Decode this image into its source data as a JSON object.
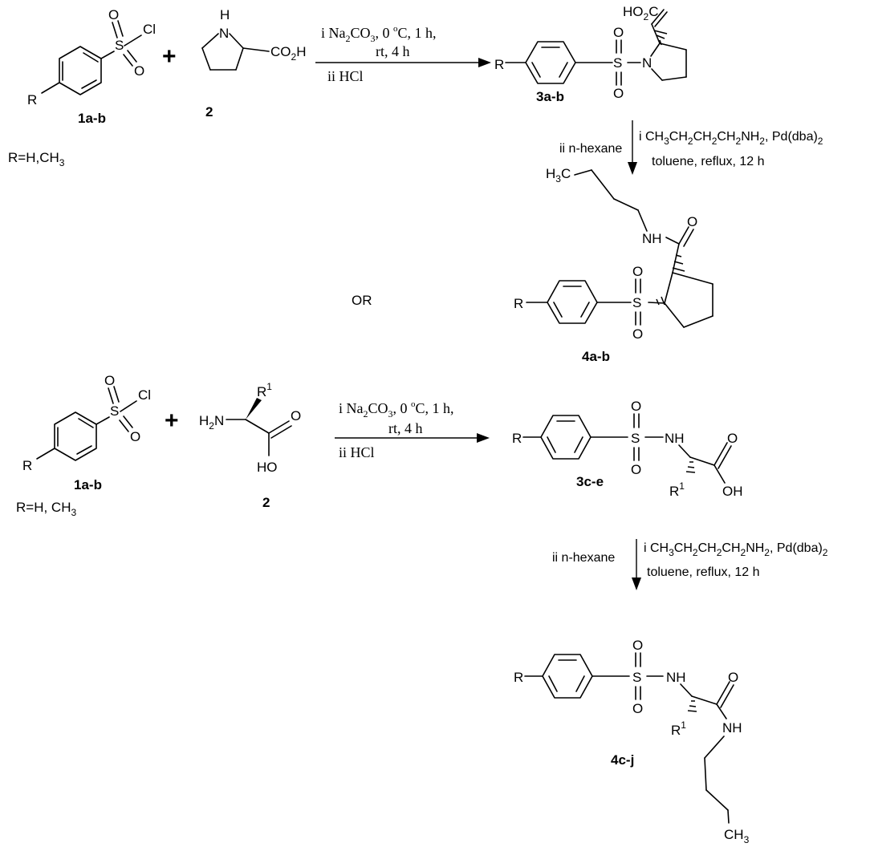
{
  "top": {
    "sulfonyl_chloride_label": "1a-b",
    "r_definition": "R=H,CH",
    "r_definition_sub": "3",
    "proline_label": "2",
    "co2h": "CO",
    "co2h_sub": "2",
    "co2h_tail": "H",
    "ho2c": "HO",
    "ho2c_sub": "2",
    "ho2c_tail": "C",
    "step1": {
      "line1_a": "i Na",
      "line1_sub1": "2",
      "line1_b": "CO",
      "line1_sub2": "3",
      "line1_c": ", 0 ",
      "line1_sup": "o",
      "line1_d": "C, 1 h,",
      "line2": "rt, 4 h",
      "line3": "ii HCl"
    },
    "product1_label": "3a-b",
    "step2": {
      "left": "ii n-hexane",
      "line1_a": "i CH",
      "line1_s1": "3",
      "line1_b": "CH",
      "line1_s2": "2",
      "line1_c": "CH",
      "line1_s3": "2",
      "line1_d": "CH",
      "line1_s4": "2",
      "line1_e": "NH",
      "line1_s5": "2",
      "line1_f": ", Pd(dba)",
      "line1_s6": "2",
      "line2": "toluene, reflux, 12 h"
    },
    "product2_label": "4a-b",
    "h3c": "H",
    "h3c_sub": "3",
    "h3c_tail": "C"
  },
  "separator": "OR",
  "bottom": {
    "sulfonyl_chloride_label": "1a-b",
    "r_definition": "R=H, CH",
    "r_definition_sub": "3",
    "amino_acid_label": "2",
    "h2n": "H",
    "h2n_sub": "2",
    "h2n_tail": "N",
    "step1": {
      "line1_a": "i Na",
      "line1_sub1": "2",
      "line1_b": "CO",
      "line1_sub2": "3",
      "line1_c": ", 0 ",
      "line1_sup": "o",
      "line1_d": "C, 1 h,",
      "line2": "rt, 4 h",
      "line3": "ii HCl"
    },
    "product1_label": "3c-e",
    "step2": {
      "left": "ii n-hexane",
      "line1_a": "i CH",
      "line1_s1": "3",
      "line1_b": "CH",
      "line1_s2": "2",
      "line1_c": "CH",
      "line1_s3": "2",
      "line1_d": "CH",
      "line1_s4": "2",
      "line1_e": "NH",
      "line1_s5": "2",
      "line1_f": ", Pd(dba)",
      "line1_s6": "2",
      "line2": "toluene, reflux, 12 h"
    },
    "product2_label": "4c-j",
    "ch3": "CH",
    "ch3_sub": "3"
  },
  "atoms": {
    "R": "R",
    "S": "S",
    "O": "O",
    "Cl": "Cl",
    "N": "N",
    "H": "H",
    "NH": "NH",
    "OH": "OH",
    "HO": "HO",
    "R1": "R",
    "R1_sup": "1",
    "plus": "+"
  }
}
